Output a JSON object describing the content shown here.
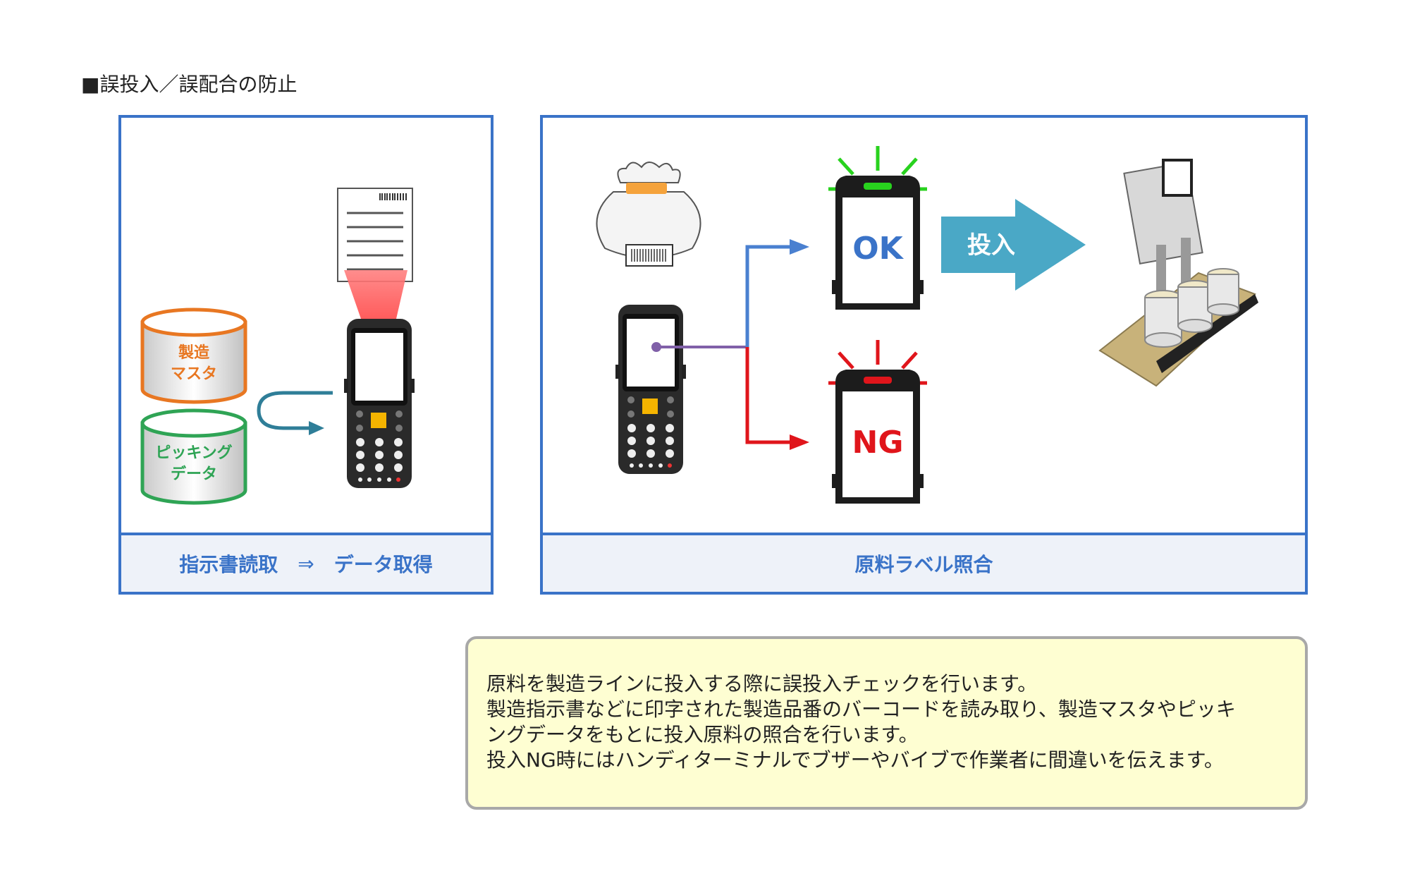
{
  "heading": "■誤投入／誤配合の防止",
  "left_panel": {
    "db_master_line1": "製造",
    "db_master_line2": "マスタ",
    "db_picking_line1": "ピッキング",
    "db_picking_line2": "データ",
    "caption_left": "指示書読取",
    "caption_arrow": "⇒",
    "caption_right": "データ取得"
  },
  "right_panel": {
    "ok_label": "OK",
    "ng_label": "NG",
    "input_arrow_label": "投入",
    "caption": "原料ラベル照合"
  },
  "description": {
    "lines": [
      "原料を製造ラインに投入する際に誤投入チェックを行います。",
      "製造指示書などに印字された製造品番のバーコードを読み取り、製造マスタやピッキ",
      "ングデータをもとに投入原料の照合を行います。",
      "投入NG時にはハンディターミナルでブザーやバイブで作業者に間違いを伝えます。"
    ]
  },
  "colors": {
    "panel_border": "#3a73c8",
    "master_db": "#e87722",
    "picking_db": "#2fa455",
    "ok_green": "#28d21e",
    "ng_red": "#e0151b",
    "input_arrow": "#4aa8c6",
    "route_blue": "#4a80d0",
    "note_bg": "#fefed2"
  }
}
